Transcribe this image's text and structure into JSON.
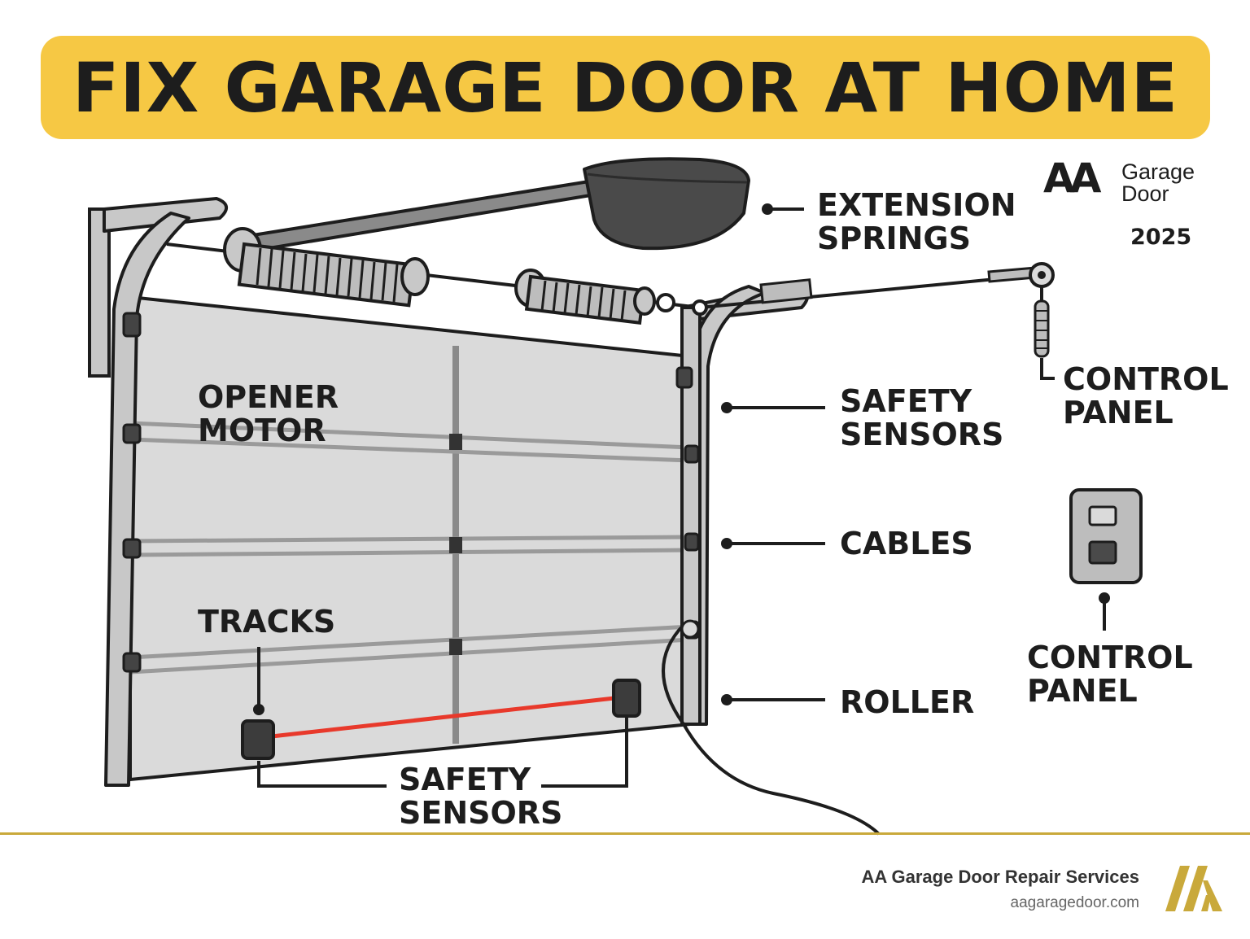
{
  "header": {
    "title": "FIX GARAGE DOOR AT HOME"
  },
  "brand": {
    "mark": "AA",
    "name": "Garage Door",
    "year": "2025"
  },
  "labels": {
    "extension_springs": "EXTENSION\nSPRINGS",
    "opener_motor": "OPENER\nMOTOR",
    "tracks": "TRACKS",
    "safety_sensors_right": "SAFETY\nSENSORS",
    "cables": "CABLES",
    "roller": "ROLLER",
    "control_panel_top": "CONTROL\nPANEL",
    "control_panel_bottom": "CONTROL\nPANEL",
    "safety_sensors_bottom": "SAFETY\nSENSORS"
  },
  "footer": {
    "company": "AA Garage Door Repair Services",
    "url": "aagaragedoor.com"
  },
  "colors": {
    "banner": "#F6C844",
    "ink": "#1D1D1D",
    "door_panel": "#DADADA",
    "track": "#C8C8C8",
    "motor": "#4A4A4A",
    "sensor_beam": "#E8392B",
    "gold": "#C9A93B"
  }
}
